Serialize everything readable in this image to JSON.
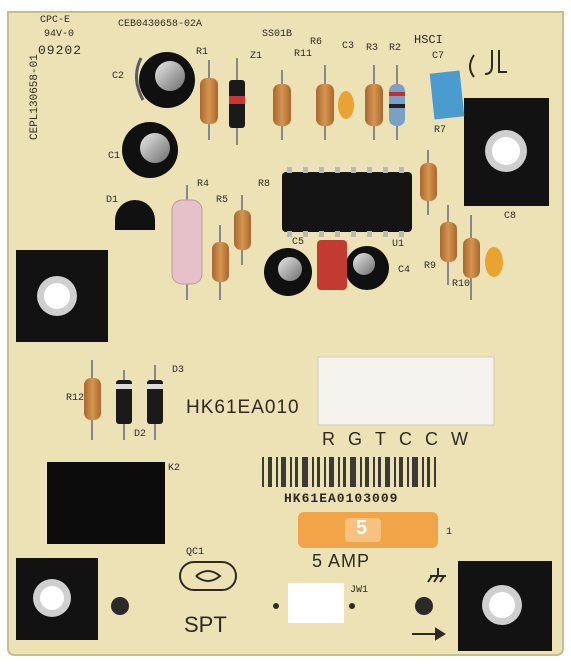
{
  "board": {
    "top_codes": [
      "CPC-E",
      "94V-0",
      "CEB0430658-02A",
      "SS01B",
      "HSCI"
    ],
    "side_codes": [
      "09202",
      "CEPL130658-01"
    ],
    "model": "HK61EA010",
    "barcode_text": "HK61EA0103009",
    "terminals": [
      "R",
      "G",
      "T",
      "C",
      "C",
      "W"
    ],
    "fuse_value": "5",
    "fuse_rating": "5 AMP",
    "fuse_pin": "1",
    "bottom_label": "SPT",
    "refdes": {
      "R1": "R1",
      "Z1": "Z1",
      "R6": "R6",
      "R11": "R11",
      "C3": "C3",
      "R3": "R3",
      "R2": "R2",
      "C7": "C7",
      "C2": "C2",
      "C1": "C1",
      "R7": "R7",
      "D1": "D1",
      "R4": "R4",
      "R5": "R5",
      "R8": "R8",
      "C5": "C5",
      "U1": "U1",
      "C4": "C4",
      "R9": "R9",
      "C8": "C8",
      "R10": "R10",
      "R12": "R12",
      "D2": "D2",
      "D3": "D3",
      "K2": "K2",
      "QC1": "QC1",
      "JW1": "JW1"
    }
  },
  "colors": {
    "pcb": "#ece2b6",
    "silkscreen": "#2e2a20",
    "pad_black": "#121212",
    "fuse": "#f2a448",
    "resistor_body": "#c8833f",
    "capacitor_blue": "#4a9ccf",
    "label_white": "#f4f3ee"
  },
  "icons": [
    "ul-recognized-mark",
    "ground-symbol",
    "arrow-right"
  ]
}
